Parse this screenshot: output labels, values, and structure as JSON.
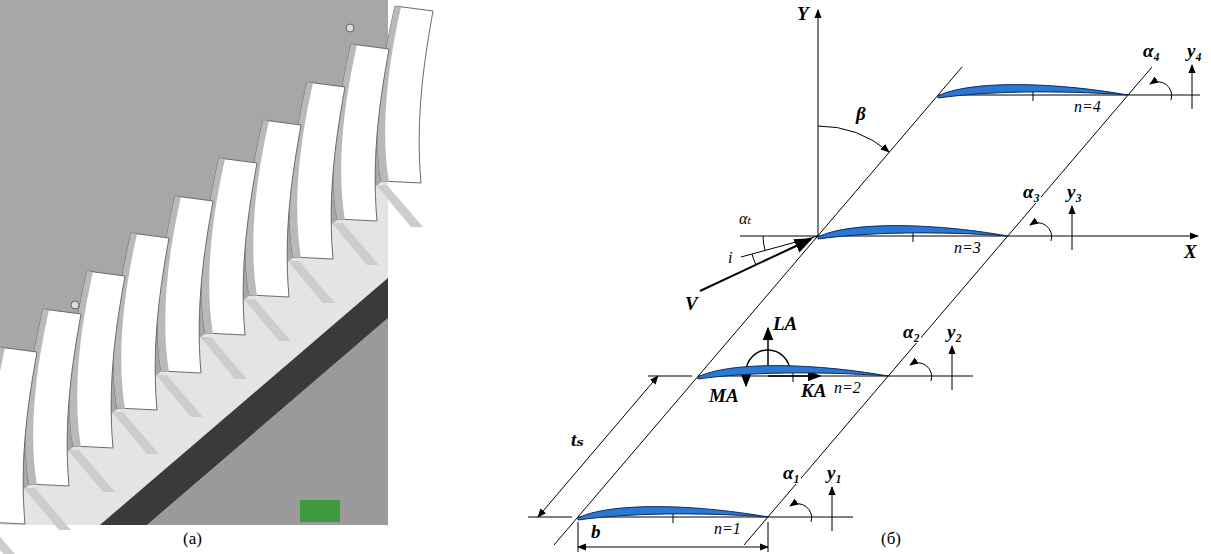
{
  "diagram": {
    "labels": [
      "Y",
      "β",
      "α₄",
      "y₄",
      "n=4",
      "X",
      "αₜ",
      "α₃",
      "y₃",
      "n=3",
      "i",
      "V",
      "LA",
      "α₂",
      "y₂",
      "MA",
      "KA",
      "n=2",
      "tₛ",
      "α₁",
      "y₁",
      "n=1",
      "b",
      "(а)",
      "(б)"
    ]
  }
}
